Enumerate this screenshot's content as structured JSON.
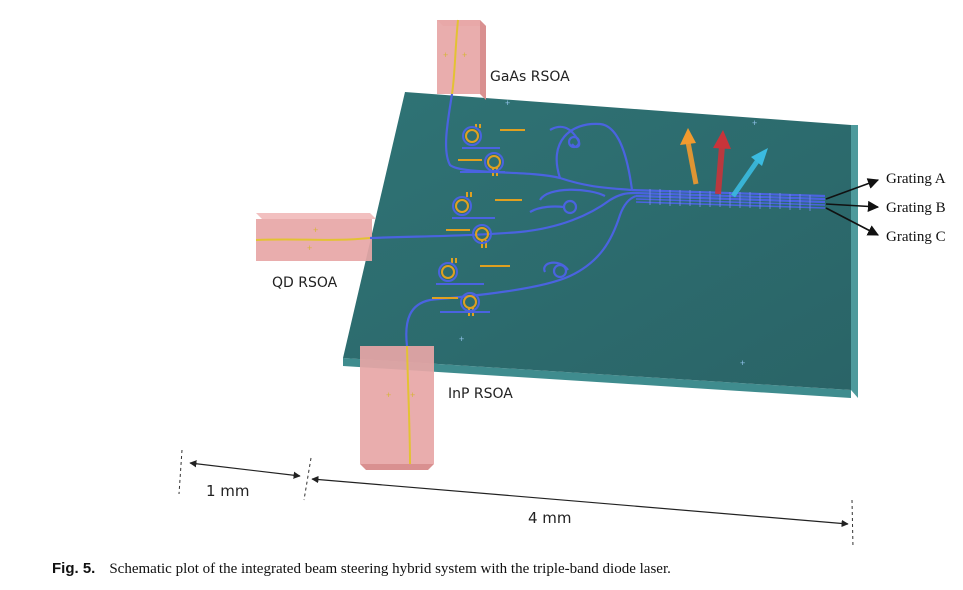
{
  "labels": {
    "gaas_rsoa": "GaAs RSOA",
    "qd_rsoa": "QD RSOA",
    "inp_rsoa": "InP RSOA",
    "grating_a": "Grating A",
    "grating_b": "Grating B",
    "grating_c": "Grating C"
  },
  "scale": {
    "small": "1 mm",
    "large": "4 mm"
  },
  "caption": {
    "fig_no": "Fig. 5.",
    "text": "Schematic plot of the integrated beam steering hybrid system with the triple-band diode laser."
  },
  "colors": {
    "chip_top": "#2e6d70",
    "chip_edge": "#5a9ea0",
    "waveguide": "#4a63e0",
    "heater": "#e0a020",
    "rsoa": "#e9a5a5",
    "beam_orange": "#f29a2e",
    "beam_red": "#c8343a",
    "beam_cyan": "#3bbbe0"
  }
}
